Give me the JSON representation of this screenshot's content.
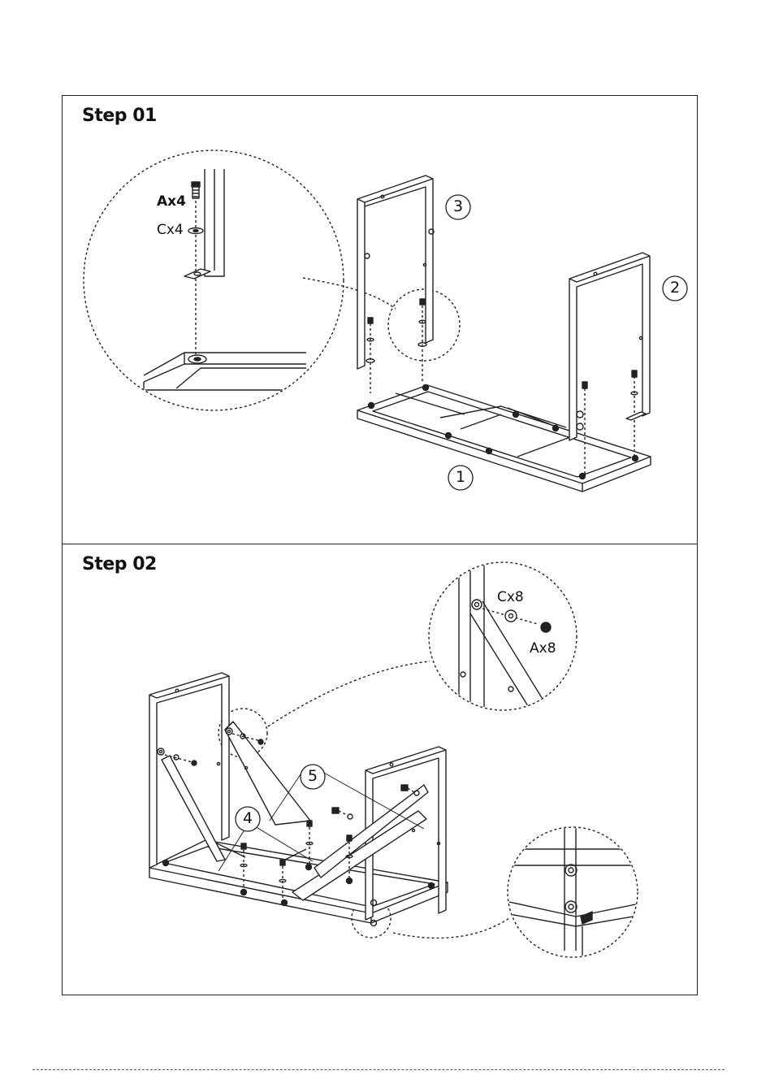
{
  "steps": [
    {
      "title": "Step 01",
      "callouts": [
        "1",
        "2",
        "3"
      ],
      "detail": {
        "screw": "Ax4",
        "washer": "Cx4"
      }
    },
    {
      "title": "Step 02",
      "callouts": [
        "4",
        "5"
      ],
      "detail": {
        "screw": "Ax8",
        "washer": "Cx8"
      }
    }
  ]
}
